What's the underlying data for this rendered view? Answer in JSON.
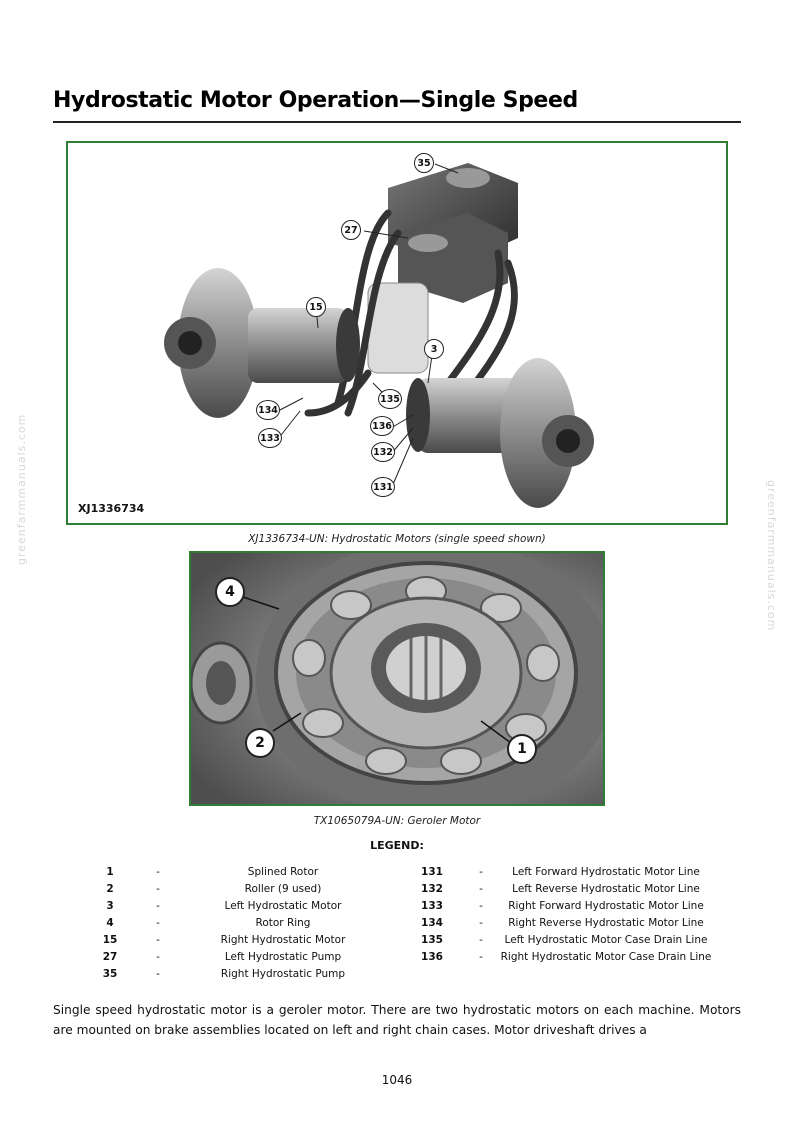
{
  "page": {
    "title": "Hydrostatic Motor Operation—Single Speed",
    "page_number": "1046",
    "watermark": "greenfarmmanuals.com"
  },
  "figure1": {
    "id_label": "XJ1336734",
    "caption": "XJ1336734-UN: Hydrostatic Motors (single speed shown)",
    "callouts": [
      "35",
      "27",
      "15",
      "3",
      "135",
      "134",
      "136",
      "133",
      "132",
      "131"
    ]
  },
  "figure2": {
    "caption": "TX1065079A-UN: Geroler Motor",
    "callouts": [
      "4",
      "2",
      "1"
    ]
  },
  "legend": {
    "title": "LEGEND:",
    "left": [
      {
        "num": "1",
        "desc": "Splined Rotor"
      },
      {
        "num": "2",
        "desc": "Roller (9 used)"
      },
      {
        "num": "3",
        "desc": "Left Hydrostatic Motor"
      },
      {
        "num": "4",
        "desc": "Rotor Ring"
      },
      {
        "num": "15",
        "desc": "Right Hydrostatic Motor"
      },
      {
        "num": "27",
        "desc": "Left Hydrostatic Pump"
      },
      {
        "num": "35",
        "desc": "Right Hydrostatic Pump"
      }
    ],
    "right": [
      {
        "num": "131",
        "desc": "Left Forward Hydrostatic Motor Line"
      },
      {
        "num": "132",
        "desc": "Left Reverse Hydrostatic Motor Line"
      },
      {
        "num": "133",
        "desc": "Right Forward Hydrostatic Motor Line"
      },
      {
        "num": "134",
        "desc": "Right Reverse Hydrostatic Motor Line"
      },
      {
        "num": "135",
        "desc": "Left Hydrostatic Motor Case Drain Line"
      },
      {
        "num": "136",
        "desc": "Right Hydrostatic Motor Case Drain Line"
      }
    ],
    "dash": "-"
  },
  "body": {
    "paragraph": "Single speed hydrostatic motor is a geroler motor. There are two hydrostatic motors on each machine. Motors are mounted on brake assemblies located on left and right chain cases. Motor driveshaft drives a"
  }
}
